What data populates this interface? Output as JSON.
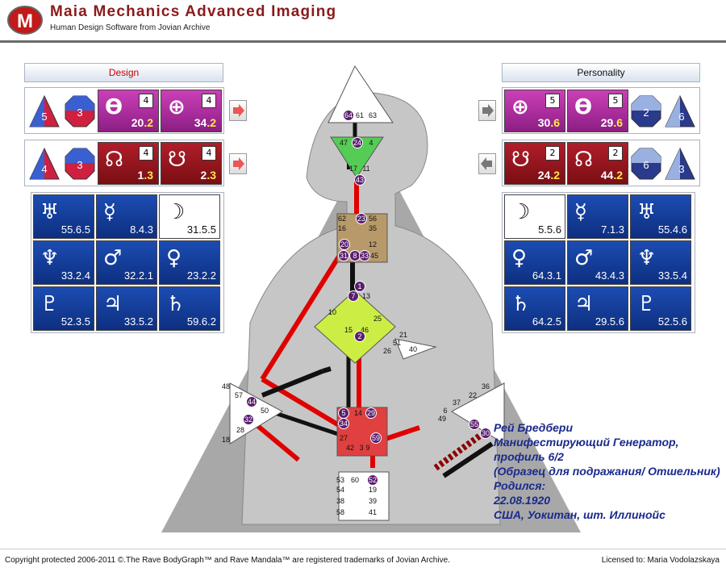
{
  "app": {
    "title": "Maia Mechanics Advanced Imaging",
    "subtitle": "Human Design Software from Jovian Archive",
    "logo_letter": "M"
  },
  "design": {
    "heading": "Design",
    "nodes_row": {
      "profile_a": "5",
      "profile_b": "3",
      "tiles": [
        {
          "glyph": "ϴ",
          "color": "4",
          "value": "20",
          "line": ".2"
        },
        {
          "glyph": "⊕",
          "color": "4",
          "value": "34",
          "line": ".2"
        }
      ]
    },
    "nodes_row2": {
      "profile_a": "4",
      "profile_b": "3",
      "tiles": [
        {
          "glyph": "☊",
          "color": "4",
          "value": "1",
          "line": ".3"
        },
        {
          "glyph": "☋",
          "color": "4",
          "value": "2",
          "line": ".3"
        }
      ]
    },
    "planets": [
      {
        "glyph": "♅",
        "value": "55.6.5"
      },
      {
        "glyph": "☿",
        "value": "8.4.3"
      },
      {
        "glyph": "☽",
        "value": "31.5.5"
      },
      {
        "glyph": "♆",
        "value": "33.2.4"
      },
      {
        "glyph": "♂",
        "value": "32.2.1"
      },
      {
        "glyph": "♀",
        "value": "23.2.2"
      },
      {
        "glyph": "♇",
        "value": "52.3.5"
      },
      {
        "glyph": "♃",
        "value": "33.5.2"
      },
      {
        "glyph": "♄",
        "value": "59.6.2"
      }
    ]
  },
  "personality": {
    "heading": "Personality",
    "nodes_row": {
      "profile_a": "2",
      "profile_b": "6",
      "tiles": [
        {
          "glyph": "⊕",
          "color": "5",
          "value": "30",
          "line": ".6"
        },
        {
          "glyph": "ϴ",
          "color": "5",
          "value": "29",
          "line": ".6"
        }
      ]
    },
    "nodes_row2": {
      "profile_a": "6",
      "profile_b": "3",
      "tiles": [
        {
          "glyph": "☋",
          "color": "2",
          "value": "24",
          "line": ".2"
        },
        {
          "glyph": "☊",
          "color": "2",
          "value": "44",
          "line": ".2"
        }
      ]
    },
    "planets": [
      {
        "glyph": "☽",
        "value": "5.5.6"
      },
      {
        "glyph": "☿",
        "value": "7.1.3"
      },
      {
        "glyph": "♅",
        "value": "55.4.6"
      },
      {
        "glyph": "♀",
        "value": "64.3.1"
      },
      {
        "glyph": "♂",
        "value": "43.4.3"
      },
      {
        "glyph": "♆",
        "value": "33.5.4"
      },
      {
        "glyph": "♄",
        "value": "64.2.5"
      },
      {
        "glyph": "♃",
        "value": "29.5.6"
      },
      {
        "glyph": "♇",
        "value": "52.5.6"
      }
    ]
  },
  "person": {
    "name": "Рей Бредбери",
    "type": "Манифестирующий Генератор,",
    "profile": "профиль 6/2",
    "profile_desc": "(Образец для подражания/ Отшельник)",
    "born_label": "Родился:",
    "date": "22.08.1920",
    "place": "США, Уокитан, шт. Иллинойс"
  },
  "footer": {
    "copyright": "Copyright protected 2006-2011 ©.The Rave BodyGraph™ and Rave Mandala™ are registered trademarks of Jovian Archive.",
    "license": "Licensed to: Maria Vodolazskaya"
  },
  "gates": {
    "head": [
      "64",
      "61",
      "63"
    ],
    "ajna": [
      "47",
      "24",
      "4",
      "17",
      "11",
      "43"
    ],
    "throat": [
      "62",
      "23",
      "56",
      "16",
      "35",
      "20",
      "12",
      "31",
      "8",
      "33",
      "45"
    ],
    "g": [
      "1",
      "7",
      "13",
      "10",
      "25",
      "15",
      "46",
      "2"
    ],
    "ego": [
      "21",
      "51",
      "26",
      "40"
    ],
    "spleen": [
      "48",
      "57",
      "44",
      "50",
      "32",
      "28",
      "18"
    ],
    "sacral": [
      "5",
      "14",
      "29",
      "34",
      "27",
      "59",
      "42",
      "3",
      "9"
    ],
    "esp": [
      "36",
      "22",
      "37",
      "6",
      "49",
      "55",
      "30"
    ],
    "root": [
      "53",
      "60",
      "52",
      "54",
      "19",
      "38",
      "39",
      "58",
      "41"
    ]
  },
  "colors": {
    "defined_channel": "#e00000",
    "design_channel": "#111111",
    "center_throat": "#b89a6a",
    "center_ajna": "#55cc55",
    "center_g": "#ccee44",
    "center_sacral": "#e04040",
    "accent_title": "#8b1a1a"
  }
}
